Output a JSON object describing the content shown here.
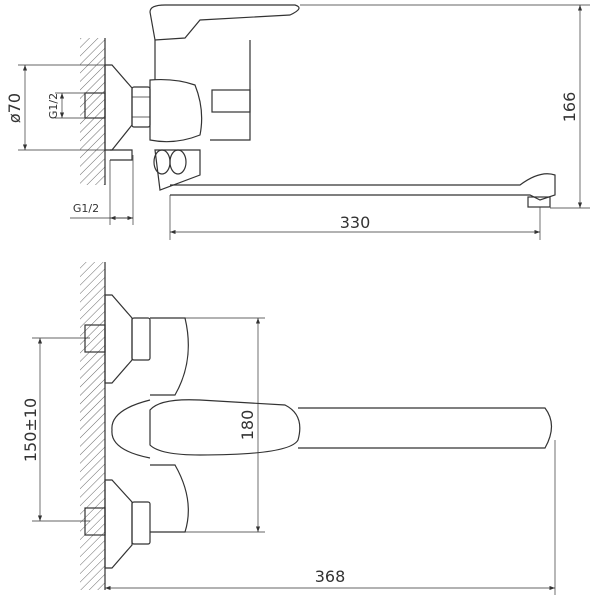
{
  "dimensions": {
    "diameter_escutcheon": "ø70",
    "thread_inlet_side": "G1/2",
    "thread_inlet_bottom": "G1/2",
    "height": "166",
    "spout_reach": "330",
    "center_distance": "150±10",
    "body_height": "180",
    "overall_length": "368"
  },
  "colors": {
    "line": "#333333",
    "background": "#ffffff"
  }
}
